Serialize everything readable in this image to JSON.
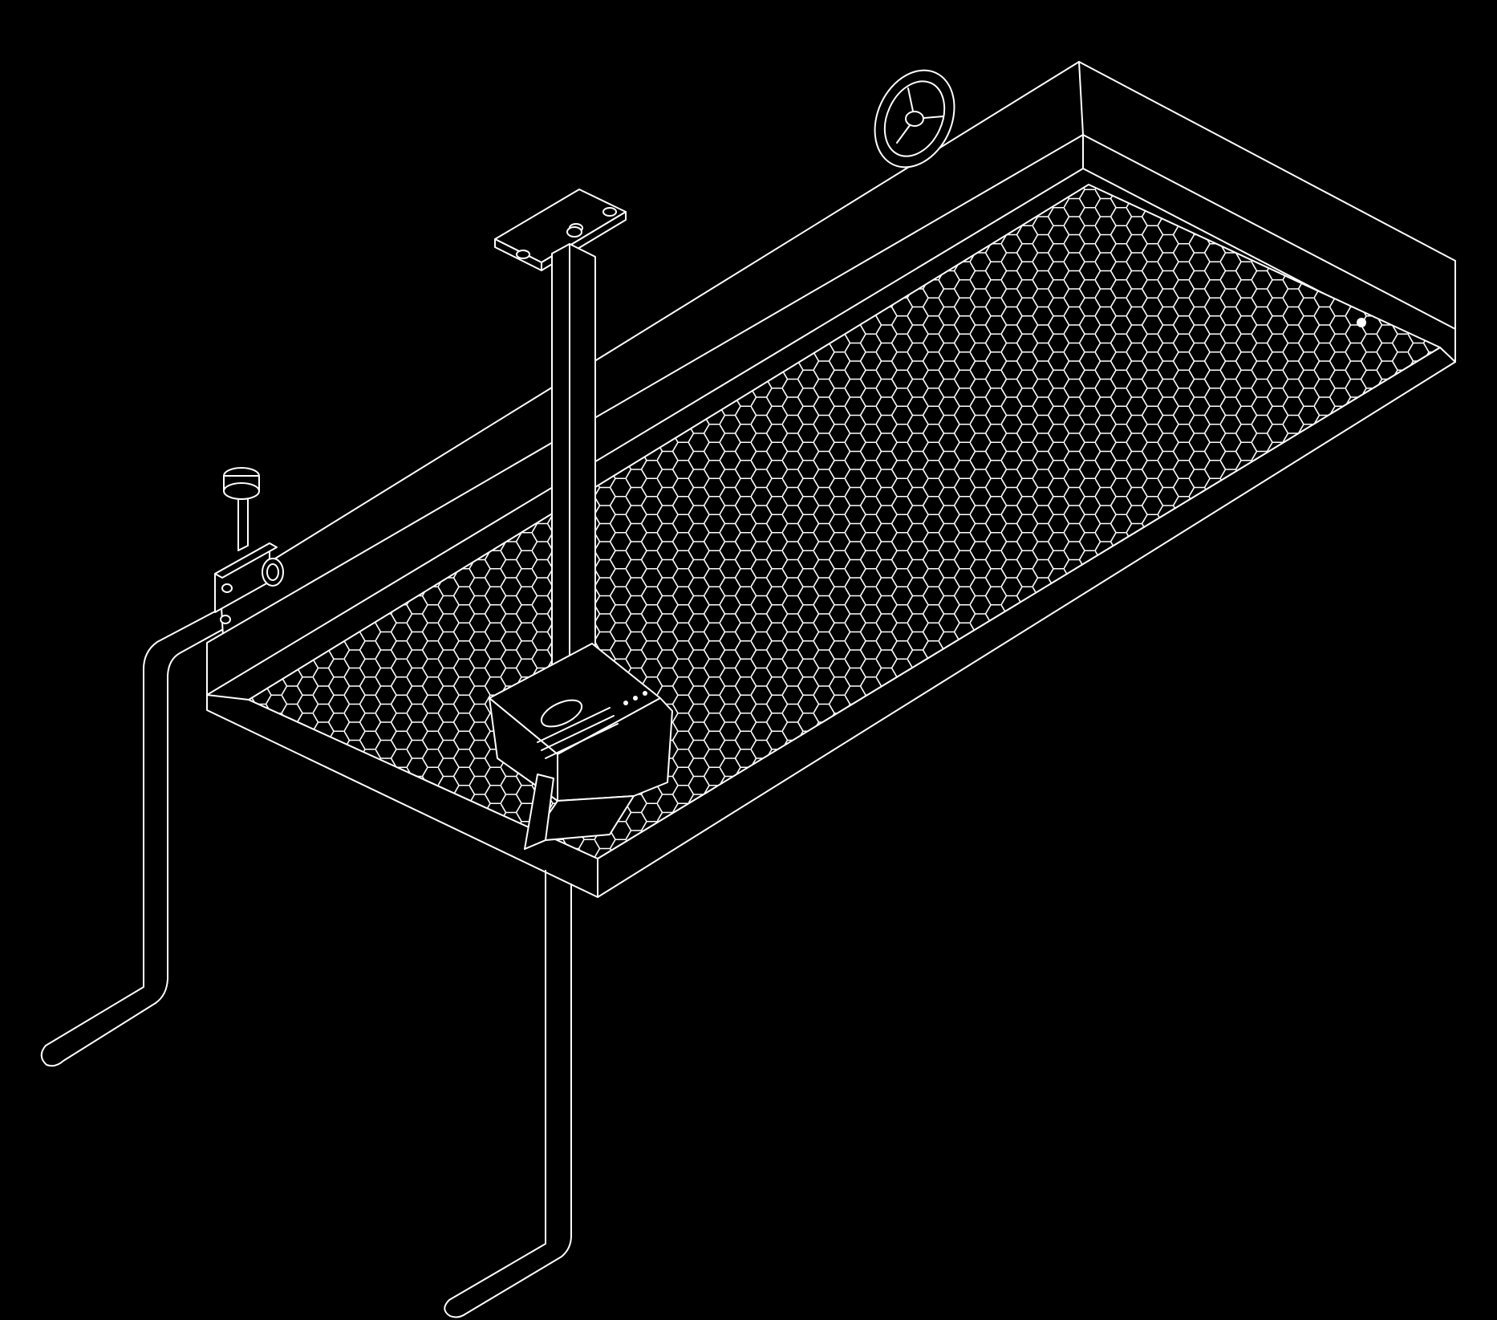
{
  "colors": {
    "background": "#000000",
    "line": "#ffffff"
  },
  "parts": [
    "table-frame",
    "honeycomb-surface",
    "handwheel",
    "mounting-plate",
    "vertical-column",
    "scanner-head",
    "adjustment-knob",
    "crank-handle-left",
    "crank-handle-front"
  ],
  "honeycomb": {
    "rows": 22,
    "columns": 40
  }
}
